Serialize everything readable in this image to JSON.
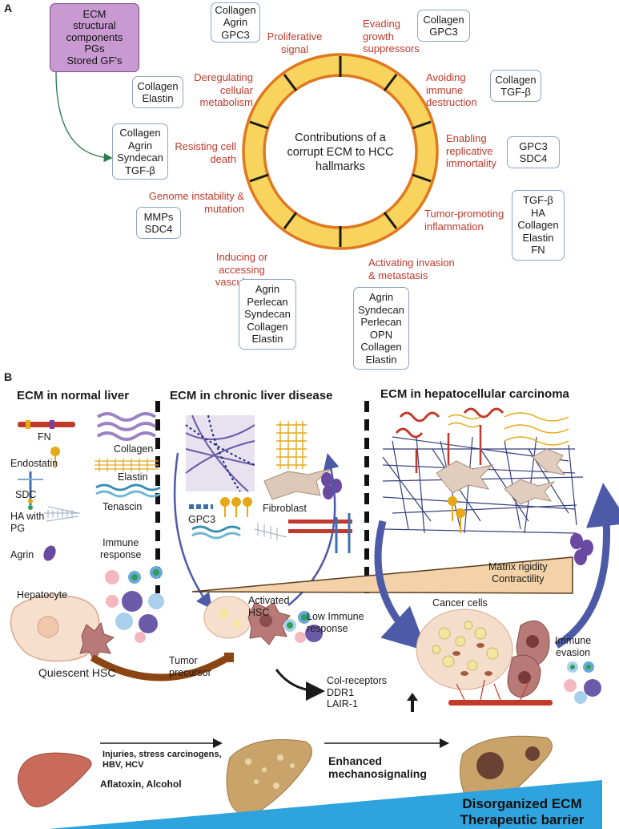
{
  "panelA": {
    "letter": "A",
    "center": [
      "Contributions of a",
      "corrupt ECM to HCC",
      "hallmarks"
    ],
    "ecm_box": [
      "ECM",
      "structural",
      "components",
      "PGs",
      "Stored GF's"
    ],
    "hallmarks": {
      "proliferative": [
        "Proliferative",
        "signal"
      ],
      "evading": [
        "Evading",
        "growth",
        "suppressors"
      ],
      "avoiding": [
        "Avoiding",
        "immune",
        "destruction"
      ],
      "enabling": [
        "Enabling",
        "replicative",
        "immortality"
      ],
      "tumor_inflam": [
        "Tumor-promoting",
        "inflammation"
      ],
      "activating": [
        "Activating invasion",
        "& metastasis"
      ],
      "inducing": [
        "Inducing or accessing",
        "vasculature"
      ],
      "genome": [
        "Genome instability &",
        "mutation"
      ],
      "resisting": [
        "Resisting cell",
        "death"
      ],
      "deregulating": [
        "Deregulating",
        "cellular",
        "metabolism"
      ]
    },
    "boxes": {
      "b1": [
        "Collagen",
        "Agrin",
        "GPC3"
      ],
      "b2": [
        "Collagen",
        "GPC3"
      ],
      "b3": [
        "Collagen",
        "TGF-β"
      ],
      "b4": [
        "GPC3",
        "SDC4"
      ],
      "b5": [
        "TGF-β",
        "HA",
        "Collagen",
        "Elastin",
        "FN"
      ],
      "b6": [
        "Agrin",
        "Syndecan",
        "Perlecan",
        "OPN",
        "Collagen",
        "Elastin"
      ],
      "b7": [
        "Agrin",
        "Perlecan",
        "Syndecan",
        "Collagen",
        "Elastin"
      ],
      "b8": [
        "MMPs",
        "SDC4"
      ],
      "b9": [
        "Collagen",
        "Agrin",
        "Syndecan",
        "TGF-β"
      ],
      "b10": [
        "Collagen",
        "Elastin"
      ]
    }
  },
  "panelB": {
    "letter": "B",
    "headers": {
      "normal": "ECM in normal liver",
      "chronic": "ECM in chronic liver disease",
      "hcc": "ECM in hepatocellular carcinoma"
    },
    "labels": {
      "fn": "FN",
      "collagen": "Collagen",
      "endostatin": "Endostatin",
      "elastin": "Elastin",
      "sdc": "SDC",
      "tenascin": "Tenascin",
      "ha_pg_1": "HA with",
      "ha_pg_2": "PG",
      "agrin": "Agrin",
      "immune_1": "Immune",
      "immune_2": "response",
      "hepatocyte": "Hepatocyte",
      "quiescent": "Quiescent HSC",
      "gpc3": "GPC3",
      "fibroblast": "Fibroblast",
      "activated_1": "Activated",
      "activated_2": "HSC",
      "low_immune_1": "Low Immune",
      "low_immune_2": "response",
      "tumor_1": "Tumor",
      "tumor_2": "precursor",
      "col_receptors": [
        "Col-receptors",
        "DDR1",
        "LAIR-1"
      ],
      "matrix_1": "Matrix rigidity",
      "matrix_2": "Contractility",
      "cancer_cells": "Cancer cells",
      "immune_evasion_1": "Immune",
      "immune_evasion_2": "evasion"
    },
    "bottom": {
      "injuries": "Injuries, stress carcinogens,",
      "hbv": "HBV, HCV",
      "aflatoxin": "Aflatoxin, Alcohol",
      "enhanced_1": "Enhanced",
      "enhanced_2": "mechanosignaling",
      "disorganized": "Disorganized ECM",
      "barrier": "Therapeutic barrier"
    }
  },
  "colors": {
    "ring_outer": "#e0781f",
    "ring_fill": "#f8d35e",
    "hallmark_text": "#c0392b",
    "box_border": "#8ea3c9",
    "purple_box": "#c99ad2",
    "arrow_blue": "#4d5aa8",
    "arrow_brown": "#8b4513",
    "wedge_blue": "#2ea3de",
    "wedge_tan": "#f3d2a8"
  }
}
